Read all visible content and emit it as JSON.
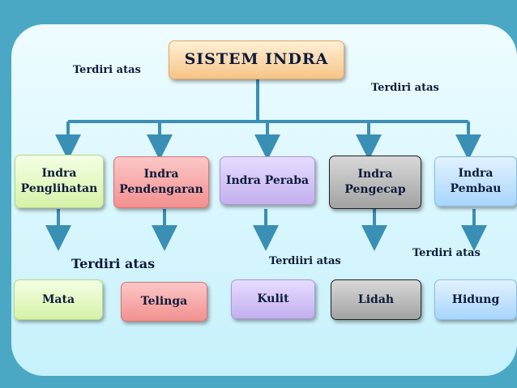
{
  "title": "SISTEM INDRA",
  "labels": {
    "top_left": "Terdiri atas",
    "top_right": "Terdiri atas",
    "mid_left": "Terdiri atas",
    "mid_center": "Terdiiri atas",
    "mid_right": "Terdiri atas"
  },
  "senses": [
    "Indra\nPenglihatan",
    "Indra\nPendengaran",
    "Indra Peraba",
    "Indra\nPengecap",
    "Indra\nPembau"
  ],
  "organs": [
    "Mata",
    "Telinga",
    "Kulit",
    "Lidah",
    "Hidung"
  ],
  "colors": {
    "background": "#4aa8c4",
    "panel": "#d6f6fd",
    "arrow": "#3a8fb5"
  }
}
